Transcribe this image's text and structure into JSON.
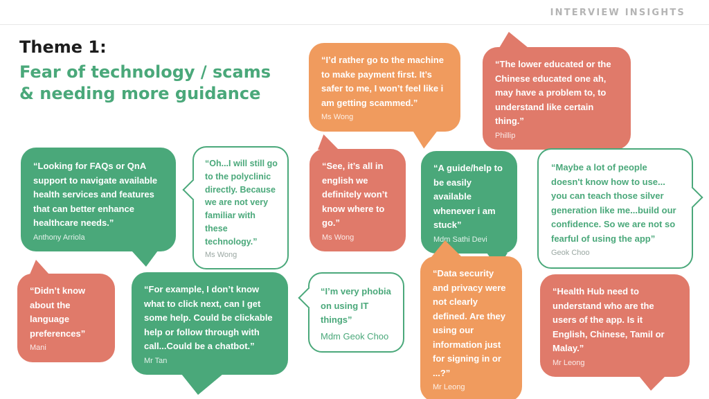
{
  "header": {
    "label": "INTERVIEW INSIGHTS"
  },
  "title": {
    "theme": "Theme 1:",
    "line1": "Fear of technology / scams",
    "line2": "& needing more guidance"
  },
  "colors": {
    "green": "#4aa87a",
    "orange": "#f09b5e",
    "salmon": "#e07a6a",
    "header_gray": "#b4b4b4",
    "title_dark": "#1c1c1c"
  },
  "bubbles": [
    {
      "quote": "“I’d rather go to the machine to make payment first. It’s safer to me, I won’t feel like i am getting scammed.”",
      "speaker": "Ms Wong",
      "color": "orange",
      "tail": "bottom-right"
    },
    {
      "quote": "“The lower educated or the Chinese educated one ah, may have a problem to, to understand like certain thing.”",
      "speaker": "Phillip",
      "color": "salmon",
      "tail": "top-left"
    },
    {
      "quote": "“Looking for FAQs or QnA support to navigate available health services and features that can better enhance healthcare needs.”",
      "speaker": "Anthony Arriola",
      "color": "green",
      "tail": "bottom-right"
    },
    {
      "quote": "“Oh...I will still go to the polyclinic directly. Because we are not very familiar with these technology.”",
      "speaker": "Ms Wong",
      "color": "outline",
      "tail": "left"
    },
    {
      "quote": "“See, it’s all in english we definitely won’t know where to go.”",
      "speaker": "Ms Wong",
      "color": "salmon",
      "tail": "top-left"
    },
    {
      "quote": "“A guide/help to be easily available whenever i am stuck”",
      "speaker": "Mdm Sathi Devi",
      "color": "green",
      "tail": "bottom-right"
    },
    {
      "quote": "“Maybe a lot of people doesn't know how to use... you can teach those silver generation like me...build our confidence. So we are not so fearful of using the app”",
      "speaker": "Geok Choo",
      "color": "outline",
      "tail": "right"
    },
    {
      "quote": "“Didn’t know about the language preferences”",
      "speaker": "Mani",
      "color": "salmon",
      "tail": "top-left"
    },
    {
      "quote": "“For example, I don’t know what to click next, can I get some help. Could be clickable help or follow through with call...Could be a chatbot.”",
      "speaker": "Mr Tan",
      "color": "green",
      "tail": "bottom-left"
    },
    {
      "quote": "“I’m very phobia on using IT things”",
      "speaker": "Mdm Geok Choo",
      "color": "outline",
      "tail": "left"
    },
    {
      "quote": "“Data security and privacy were not clearly defined. Are they using our information just for signing in or ...?”",
      "speaker": "Mr Leong",
      "color": "orange",
      "tail": "top-left"
    },
    {
      "quote": "“Health Hub need to understand who are the users of the app. Is it English, Chinese, Tamil or Malay.”",
      "speaker": "Mr Leong",
      "color": "salmon",
      "tail": "bottom-right"
    }
  ]
}
